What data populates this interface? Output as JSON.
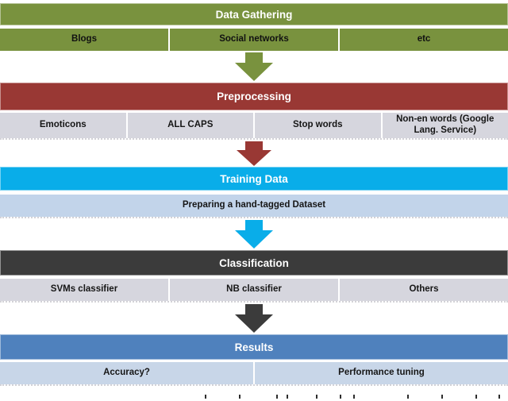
{
  "page": {
    "background": "#ffffff",
    "description_colors": {
      "olive_green": "#79923E",
      "brick_red": "#993834",
      "cyan": "#09ADE9",
      "charcoal": "#3B3B3B",
      "steel_blue": "#4F81BD",
      "light_gray_row": "#D6D6DE",
      "light_blue_row": "#C2D4EA",
      "results_row": "#C8D6E8"
    }
  },
  "sections": [
    {
      "id": "data-gathering",
      "title": "Data Gathering",
      "header_color": "#79923E",
      "header_text_color": "#FFFFFF",
      "row_color": "#79923E",
      "row_text_color": "#111111",
      "items": [
        "Blogs",
        "Social networks",
        "etc"
      ],
      "arrow_color": "#79923E"
    },
    {
      "id": "preprocessing",
      "title": "Preprocessing",
      "header_color": "#993834",
      "header_text_color": "#FFFFFF",
      "row_color": "#D6D6DE",
      "row_text_color": "#161616",
      "items": [
        "Emoticons",
        "ALL CAPS",
        "Stop words",
        "Non-en words (Google Lang. Service)"
      ],
      "arrow_color": "#993834"
    },
    {
      "id": "training-data",
      "title": "Training Data",
      "header_color": "#09ADE9",
      "header_text_color": "#FFFFFF",
      "row_color": "#C2D4EA",
      "row_text_color": "#161616",
      "items": [
        "Preparing a hand-tagged Dataset"
      ],
      "arrow_color": "#09ADE9"
    },
    {
      "id": "classification",
      "title": "Classification",
      "header_color": "#3B3B3B",
      "header_text_color": "#FFFFFF",
      "row_color": "#D6D6DE",
      "row_text_color": "#161616",
      "items": [
        "SVMs classifier",
        "NB classifier",
        "Others"
      ],
      "arrow_color": "#3B3B3B"
    },
    {
      "id": "results",
      "title": "Results",
      "header_color": "#4F81BD",
      "header_text_color": "#FFFFFF",
      "row_color": "#C8D6E8",
      "row_text_color": "#161616",
      "items": [
        "Accuracy?",
        "Performance tuning"
      ],
      "arrow_color": null
    }
  ],
  "caption_fragment": {
    "note": "clipped tops of caption text at bottom edge",
    "marks_x": [
      258,
      301,
      348,
      361,
      398,
      428,
      445,
      513,
      556,
      599,
      628
    ]
  }
}
